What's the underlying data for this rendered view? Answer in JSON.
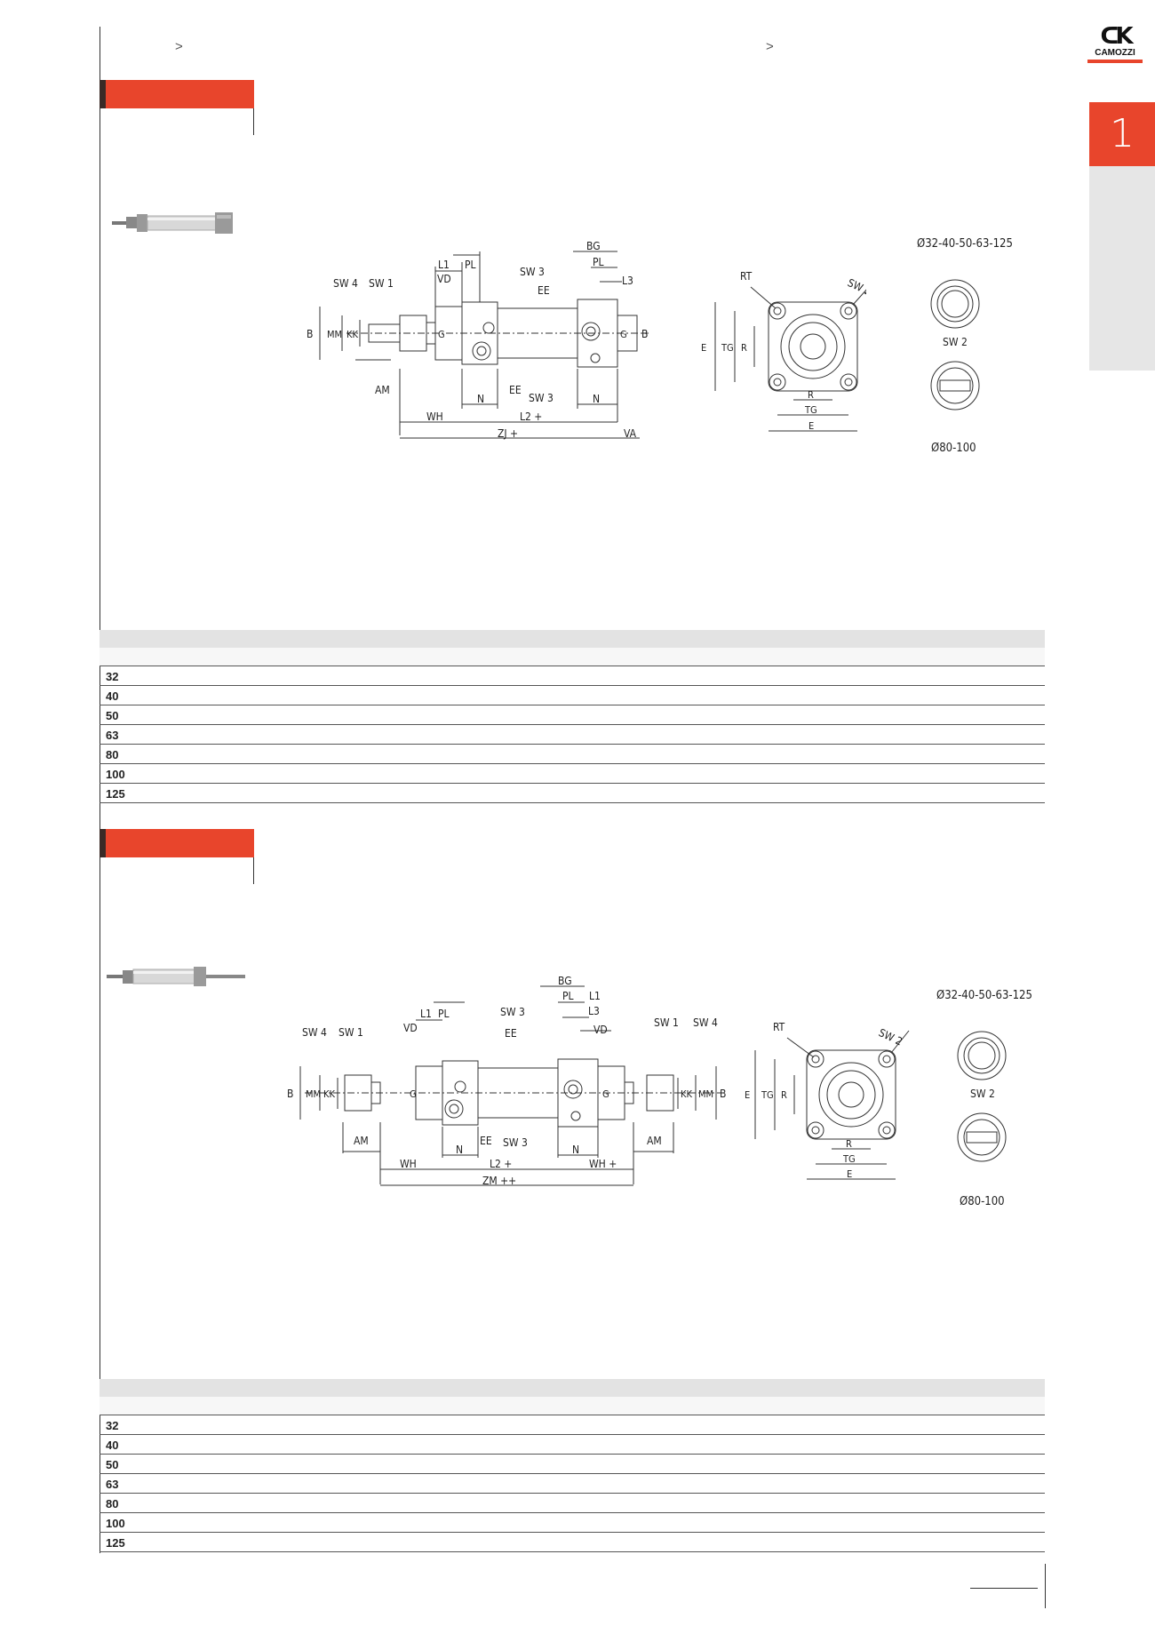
{
  "header": {
    "breadcrumb_left": ">",
    "breadcrumb_right": ">",
    "logo_text": "CAMOZZI",
    "tab_number": "1"
  },
  "section1": {
    "drawing_labels": {
      "sw4": "SW 4",
      "sw1": "SW 1",
      "l1": "L1",
      "vd": "VD",
      "pl": "PL",
      "sw3": "SW 3",
      "ee": "EE",
      "bg": "BG",
      "pl2": "PL",
      "l3": "L3",
      "b": "B",
      "mm": "MM",
      "kk": "KK",
      "g": "G",
      "g2": "G",
      "b2": "B",
      "am": "AM",
      "n": "N",
      "ee2": "EE",
      "sw3b": "SW 3",
      "n2": "N",
      "wh": "WH",
      "l2": "L2  +",
      "zj": "ZJ  +",
      "va": "VA",
      "rt": "RT",
      "sw2": "SW 2",
      "e": "E",
      "tg": "TG",
      "r": "R",
      "r_b": "R",
      "tg_b": "TG",
      "e_b": "E",
      "dia_small": "Ø32-40-50-63-125",
      "sw2_label": "SW 2",
      "dia_large": "Ø80-100"
    },
    "rows": [
      "32",
      "40",
      "50",
      "63",
      "80",
      "100",
      "125"
    ]
  },
  "section2": {
    "drawing_labels": {
      "sw4": "SW 4",
      "sw1": "SW 1",
      "l1": "L1",
      "vd": "VD",
      "pl": "PL",
      "sw3": "SW 3",
      "ee": "EE",
      "bg": "BG",
      "pl2": "PL",
      "l1b": "L1",
      "l3": "L3",
      "vd2": "VD",
      "sw1r": "SW 1",
      "sw4r": "SW 4",
      "b": "B",
      "mm": "MM",
      "kk": "KK",
      "g": "G",
      "g2": "G",
      "kk2": "KK",
      "mm2": "MM",
      "b2": "B",
      "am": "AM",
      "n": "N",
      "ee2": "EE",
      "sw3b": "SW 3",
      "n2": "N",
      "am2": "AM",
      "wh": "WH",
      "l2": "L2  +",
      "wh2": "WH  +",
      "zm": "ZM  ++",
      "rt": "RT",
      "sw2": "SW 2",
      "e": "E",
      "tg": "TG",
      "r": "R",
      "r_b": "R",
      "tg_b": "TG",
      "e_b": "E",
      "dia_small": "Ø32-40-50-63-125",
      "sw2_label": "SW 2",
      "dia_large": "Ø80-100"
    },
    "rows": [
      "32",
      "40",
      "50",
      "63",
      "80",
      "100",
      "125"
    ]
  }
}
